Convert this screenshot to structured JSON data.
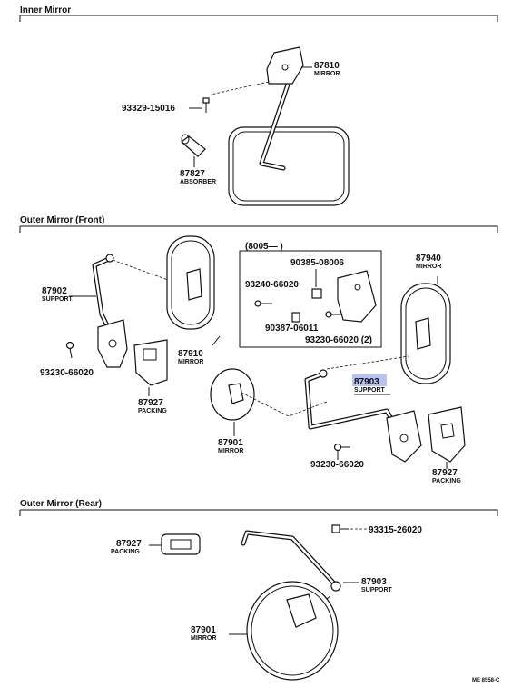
{
  "sections": {
    "inner": "Inner Mirror",
    "front": "Outer Mirror (Front)",
    "rear": "Outer Mirror (Rear)"
  },
  "inner": {
    "mirror_no": "87810",
    "mirror_name": "MIRROR",
    "screw_no": "93329-15016",
    "absorber_no": "87827",
    "absorber_name": "ABSORBER"
  },
  "front": {
    "support_l_no": "87902",
    "support_l_name": "SUPPORT",
    "bolt_l_no": "93230-66020",
    "mirror_l_no": "87910",
    "mirror_l_name": "MIRROR",
    "packing_l_no": "87927",
    "packing_l_name": "PACKING",
    "box_title": "(8005—        )",
    "box_nut_no": "90385-08006",
    "box_bolt_no": "93240-66020",
    "box_collar_no": "90387-06011",
    "box_bolt2_no": "93230-66020 (2)",
    "mirror_r_no": "87940",
    "mirror_r_name": "MIRROR",
    "support_r_no": "87903",
    "support_r_name": "SUPPORT",
    "round_mirror_no": "87901",
    "round_mirror_name": "MIRROR",
    "bolt_r_no": "93230-66020",
    "packing_r_no": "87927",
    "packing_r_name": "PACKING"
  },
  "rear": {
    "packing_no": "87927",
    "packing_name": "PACKING",
    "bolt_no": "93315-26020",
    "support_no": "87903",
    "support_name": "SUPPORT",
    "mirror_no": "87901",
    "mirror_name": "MIRROR"
  },
  "ref_code": "ME 8558-C"
}
